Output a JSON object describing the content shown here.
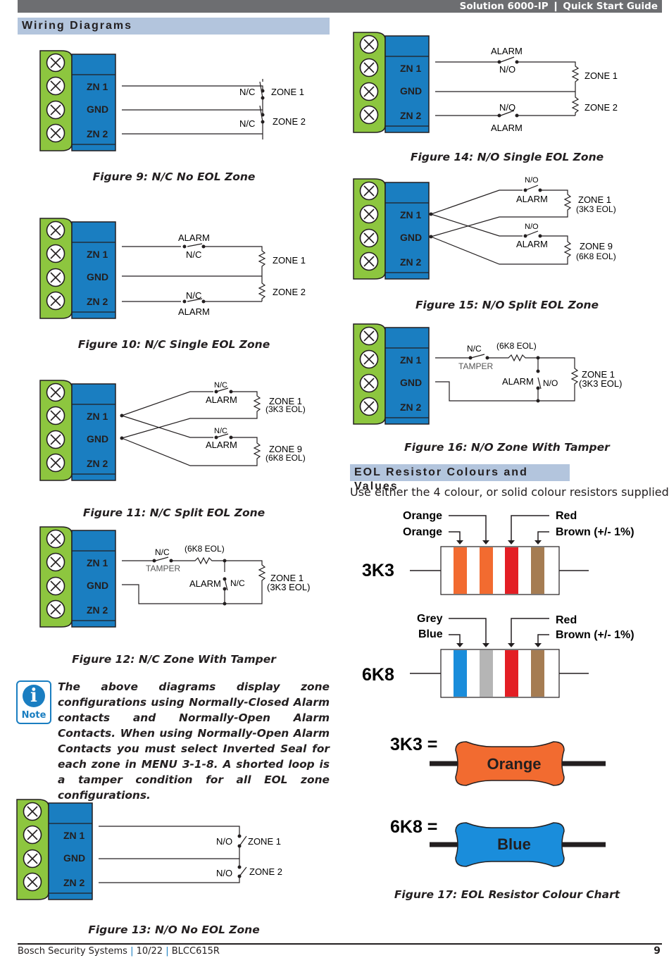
{
  "header": {
    "title": "Solution 6000-IP ❙ Quick Start Guide"
  },
  "sections": {
    "wiring": "Wiring Diagrams",
    "eol": "EOL Resistor Colours and Values"
  },
  "terminal": {
    "zn1": "ZN 1",
    "gnd": "GND",
    "zn2": "ZN 2"
  },
  "labels": {
    "nc": "N/C",
    "no": "N/O",
    "alarm": "ALARM",
    "tamper": "TAMPER",
    "zone1": "ZONE 1",
    "zone2": "ZONE 2",
    "zone9": "ZONE 9",
    "eol3k3": "(3K3 EOL)",
    "eol6k8": "(6K8 EOL)"
  },
  "captions": {
    "fig9": "Figure 9: N/C No EOL Zone",
    "fig10": "Figure 10: N/C Single EOL Zone",
    "fig11": "Figure 11: N/C Split EOL Zone",
    "fig12": "Figure 12: N/C Zone With Tamper",
    "fig13": "Figure 13: N/O No EOL Zone",
    "fig14": "Figure 14: N/O Single EOL Zone",
    "fig15": "Figure 15: N/O Split EOL Zone",
    "fig16": "Figure 16: N/O Zone With Tamper",
    "fig17": "Figure 17: EOL Resistor Colour Chart"
  },
  "note": {
    "label": "Note",
    "text": "The above diagrams display zone configurations using Normally-Closed Alarm contacts and Normally-Open Alarm Contacts. When using Normally-Open Alarm Contacts you must select Inverted Seal for each zone in MENU 3-1-8. A shorted loop is a tamper condition for all EOL zone configurations."
  },
  "eol": {
    "intro": "Use either the 4 colour, or solid colour resistors supplied.",
    "r3k3": {
      "value": "3K3",
      "bands_left": [
        "Orange",
        "Orange"
      ],
      "bands_right": [
        "Red",
        "Brown (+/- 1%)"
      ],
      "colors": [
        "#f26b30",
        "#f26b30",
        "#e31e24",
        "#a57c52"
      ]
    },
    "r6k8": {
      "value": "6K8",
      "bands_left": [
        "Grey",
        "Blue"
      ],
      "bands_right": [
        "Red",
        "Brown (+/- 1%)"
      ],
      "colors": [
        "#1a8ddb",
        "#b5b5b5",
        "#e31e24",
        "#a57c52"
      ]
    },
    "solid3k3": {
      "label": "3K3 =",
      "name": "Orange",
      "color": "#f26b30"
    },
    "solid6k8": {
      "label": "6K8 =",
      "name": "Blue",
      "color": "#1a8ddb"
    }
  },
  "footer": {
    "company": "Bosch Security Systems",
    "date": "10/22",
    "doc": "BLCC615R",
    "page": "9"
  }
}
